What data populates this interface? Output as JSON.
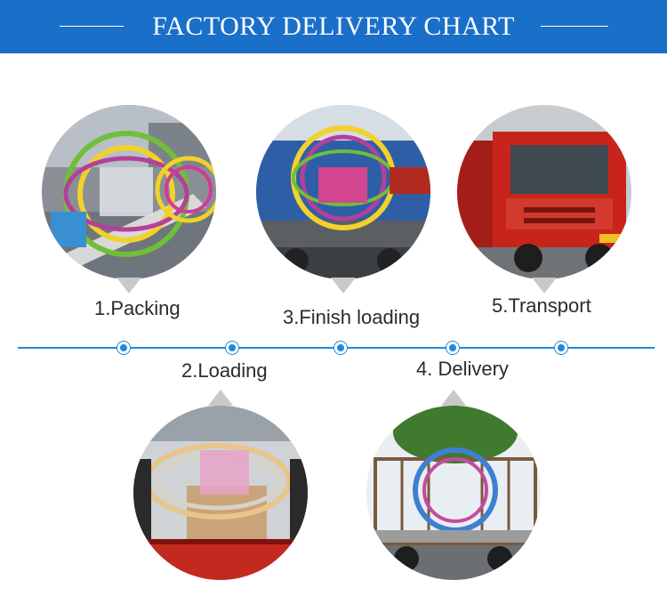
{
  "header": {
    "title": "FACTORY DELIVERY CHART"
  },
  "steps": [
    {
      "label": "1.Packing"
    },
    {
      "label": "2.Loading"
    },
    {
      "label": "3.Finish loading"
    },
    {
      "label": "4. Delivery"
    },
    {
      "label": "5.Transport"
    }
  ],
  "colors": {
    "banner": "#1a6fc9",
    "timeline": "#1e8ad6",
    "pointer": "#c9c9c9"
  }
}
